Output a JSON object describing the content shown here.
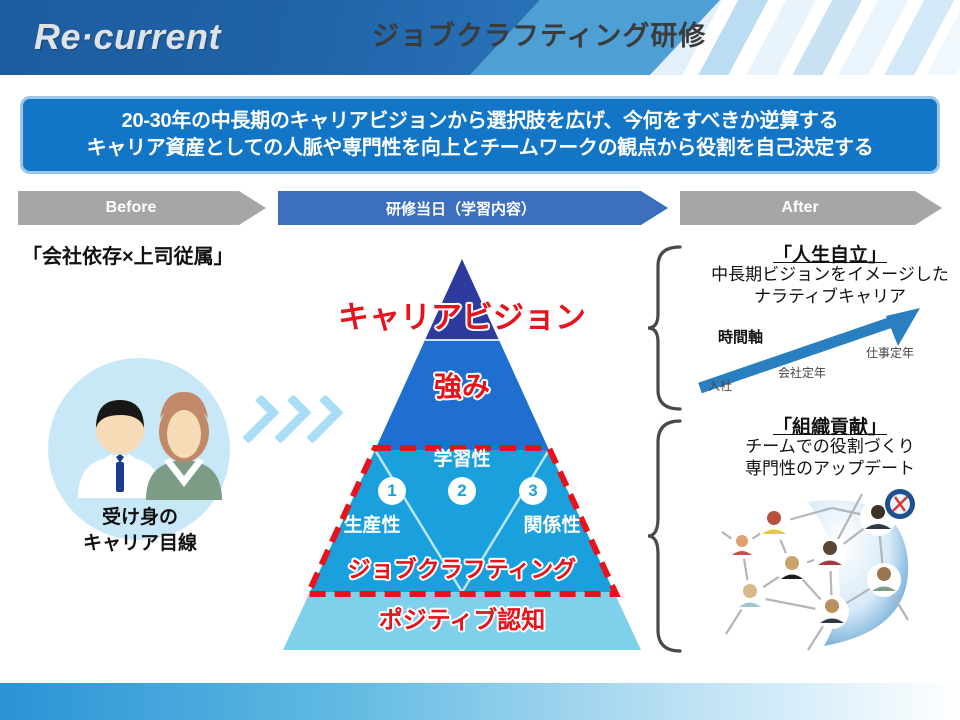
{
  "header": {
    "logo": "Re·current",
    "title": "ジョブクラフティング研修"
  },
  "message_box": {
    "line1": "20-30年の中長期のキャリアビジョンから選択肢を広げ、今何をすべきか逆算する",
    "line2": "キャリア資産としての人脈や専門性を向上とチームワークの観点から役割を自己決定する"
  },
  "phases": {
    "before": "Before",
    "during": "研修当日（学習内容）",
    "after": "After"
  },
  "before": {
    "caption": "「会社依存×上司従属」",
    "label_line1": "受け身の",
    "label_line2": "キャリア目線"
  },
  "pyramid": {
    "vision": "キャリアビジョン",
    "strength": "強み",
    "learning": "学習性",
    "productivity": "生産性",
    "relationship": "関係性",
    "job_crafting": "ジョブクラフティング",
    "positive": "ポジティブ認知",
    "num1": "1",
    "num2": "2",
    "num3": "3",
    "colors": {
      "apex": "#2d3a9e",
      "strength": "#1f6fd0",
      "middle": "#1aa0dd",
      "base": "#7fd0ea",
      "dashed_outline": "#e8121c"
    }
  },
  "after_top": {
    "title": "「人生自立」",
    "sub_line1": "中長期ビジョンをイメージした",
    "sub_line2": "ナラティブキャリア",
    "axis_label": "時間軸",
    "tick_start": "入社",
    "tick_mid": "会社定年",
    "tick_end": "仕事定年",
    "arrow_color": "#2a7fc0"
  },
  "after_bottom": {
    "title": "「組織貢献」",
    "sub_line1": "チームでの役割づくり",
    "sub_line2": "専門性のアップデート"
  },
  "theme": {
    "header_blue": "#1f63a8",
    "header_light_blue": "#4d9fd4",
    "message_blue": "#1275c6",
    "message_border": "#9dc7ea",
    "phase_gray": "#a6a6a6",
    "phase_blue": "#3d6fbf",
    "accent_red": "#e8121c",
    "circle_bg": "#c9e8f7",
    "chevron": "#a9ddf5"
  }
}
